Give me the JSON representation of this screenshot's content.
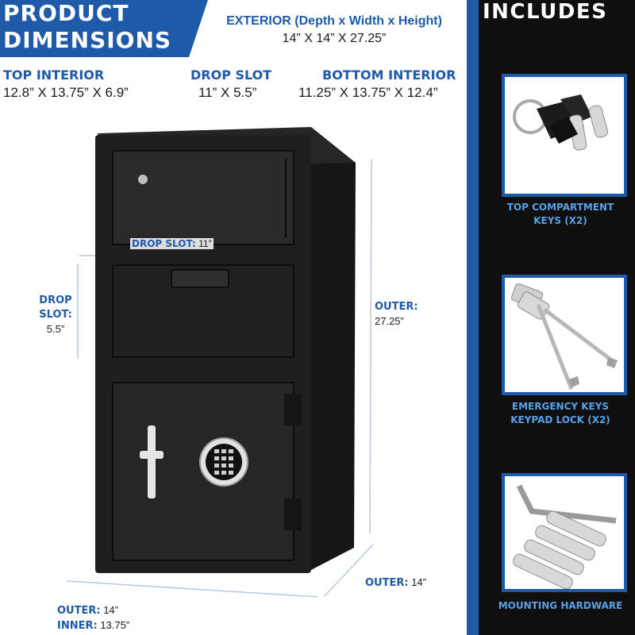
{
  "header": {
    "title_line1": "PRODUCT",
    "title_line2": "DIMENSIONS",
    "exterior_label": "EXTERIOR (Depth x Width x Height)",
    "exterior_value": "14” X 14” X 27.25”"
  },
  "specs": {
    "top_interior_label": "TOP INTERIOR",
    "top_interior_value": "12.8” X 13.75” X 6.9”",
    "drop_slot_label": "DROP SLOT",
    "drop_slot_value": "11” X 5.5”",
    "bottom_interior_label": "BOTTOM INTERIOR",
    "bottom_interior_value": "11.25” X 13.75” X 12.4”"
  },
  "dimensions": {
    "drop_slot_width_label": "DROP SLOT:",
    "drop_slot_width_value": "11”",
    "drop_slot_height_label_1": "DROP",
    "drop_slot_height_label_2": "SLOT:",
    "drop_slot_height_value": "5.5”",
    "outer_height_label": "OUTER:",
    "outer_height_value": "27.25”",
    "outer_depth_label": "OUTER:",
    "outer_depth_value": "14”",
    "outer_width_label": "OUTER:",
    "outer_width_value": "14”",
    "inner_width_label": "INNER:",
    "inner_width_value": "13.75”"
  },
  "includes": {
    "title": "INCLUDES",
    "items": [
      {
        "caption_1": "TOP COMPARTMENT",
        "caption_2": "KEYS (X2)",
        "icon": "compartment-keys-icon"
      },
      {
        "caption_1": "EMERGENCY KEYS",
        "caption_2": "KEYPAD LOCK (X2)",
        "icon": "emergency-keys-icon"
      },
      {
        "caption_1": "MOUNTING HARDWARE",
        "caption_2": "",
        "icon": "mounting-hardware-icon"
      }
    ]
  },
  "colors": {
    "accent_blue": "#1f5aa8",
    "caption_blue": "#5aa0e6",
    "panel_black": "#0f0f10"
  }
}
